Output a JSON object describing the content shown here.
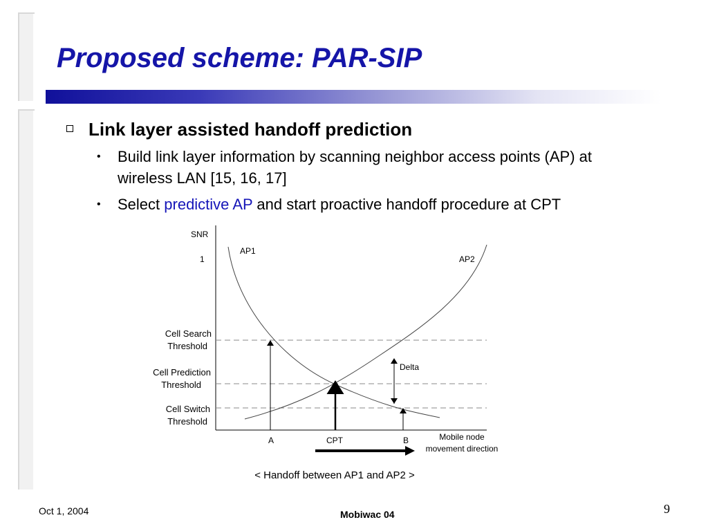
{
  "title": "Proposed scheme: PAR-SIP",
  "bullets": {
    "main": "Link layer assisted handoff prediction",
    "sub1_line1": "Build link layer information by scanning neighbor access points (AP) at",
    "sub1_line2": "wireless LAN [15, 16, 17]",
    "sub2_pre": "Select ",
    "sub2_highlight": "predictive AP",
    "sub2_post": " and start proactive handoff procedure at CPT"
  },
  "diagram": {
    "y_axis_label": "SNR",
    "y_tick_1": "1",
    "curve_ap1": "AP1",
    "curve_ap2": "AP2",
    "threshold_search_1": "Cell Search",
    "threshold_search_2": "Threshold",
    "threshold_predict_1": "Cell Prediction",
    "threshold_predict_2": "Threshold",
    "threshold_switch_1": "Cell Switch",
    "threshold_switch_2": "Threshold",
    "delta": "Delta",
    "point_a": "A",
    "point_cpt": "CPT",
    "point_b": "B",
    "movement_1": "Mobile node",
    "movement_2": "movement direction",
    "caption": "< Handoff between AP1 and AP2 >"
  },
  "footer": {
    "date": "Oct 1, 2004",
    "center": "Mobiwac 04",
    "page": "9"
  },
  "colors": {
    "title": "#1515a8",
    "highlight": "#1515b8"
  }
}
